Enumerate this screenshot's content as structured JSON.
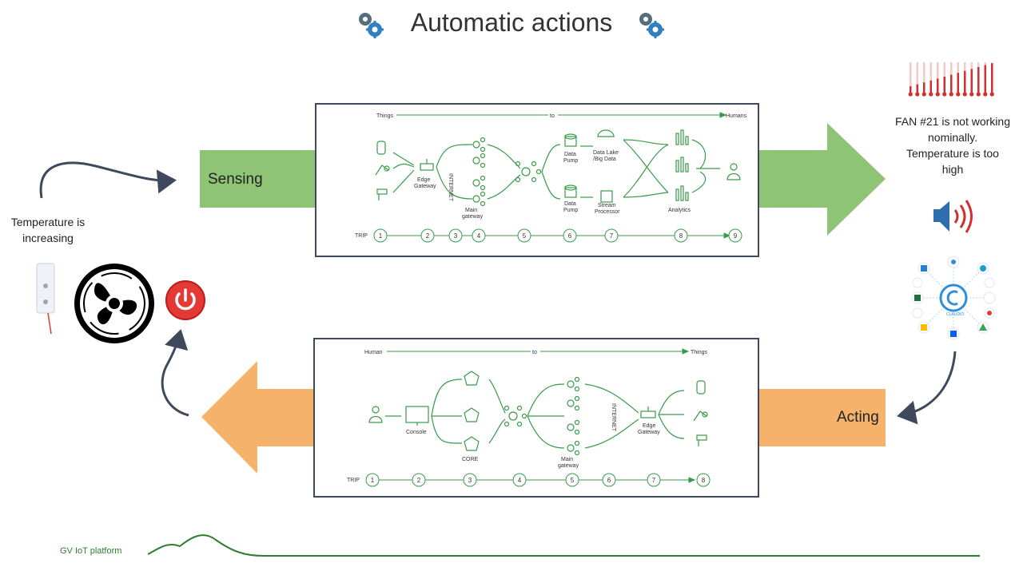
{
  "title": "Automatic actions",
  "icons": {
    "title_left": "gear-cluster-icon",
    "title_right": "gear-cluster-icon",
    "thermometer": "thermometer-bars-icon",
    "speaker": "speaker-alert-icon",
    "hub": "cloud-integrations-hub-icon",
    "sensor": "temperature-sensor-icon",
    "fan": "fan-icon",
    "power": "power-button-icon"
  },
  "left_text": "Temperature is increasing",
  "right_text": "FAN #21 is not working nominally. Temperature is too high",
  "sensing": {
    "label": "Sensing",
    "color": "#8fc476"
  },
  "acting": {
    "label": "Acting",
    "color": "#f4b26b"
  },
  "top_diagram": {
    "from": "Things",
    "mid": "to",
    "to": "Humans",
    "edge": [
      "Edge",
      "Gateway"
    ],
    "internet": "INTERNET",
    "main": [
      "Main",
      "gateway"
    ],
    "pump": [
      "Data",
      "Pump"
    ],
    "lake": [
      "Data Lake",
      "/Big Data"
    ],
    "stream": [
      "Stream",
      "Processor"
    ],
    "analytics": "Analytics",
    "trip": "TRIP",
    "steps": [
      "1",
      "2",
      "3",
      "4",
      "5",
      "6",
      "7",
      "8",
      "9"
    ]
  },
  "bottom_diagram": {
    "from": "Human",
    "mid": "to",
    "to": "Things",
    "console": "Console",
    "core": "CORE",
    "internet": "INTERNET",
    "main": [
      "Main",
      "gateway"
    ],
    "edge": [
      "Edge",
      "Gateway"
    ],
    "trip": "TRIP",
    "steps": [
      "1",
      "2",
      "3",
      "4",
      "5",
      "6",
      "7",
      "8"
    ]
  },
  "hub_label": "CLAUDIO",
  "footer": "GV IoT platform",
  "colors": {
    "diagram_green": "#3a9a4a",
    "panel_border": "#3e4a5c",
    "curve": "#3e4a5c",
    "alert_red": "#d32f2f"
  }
}
